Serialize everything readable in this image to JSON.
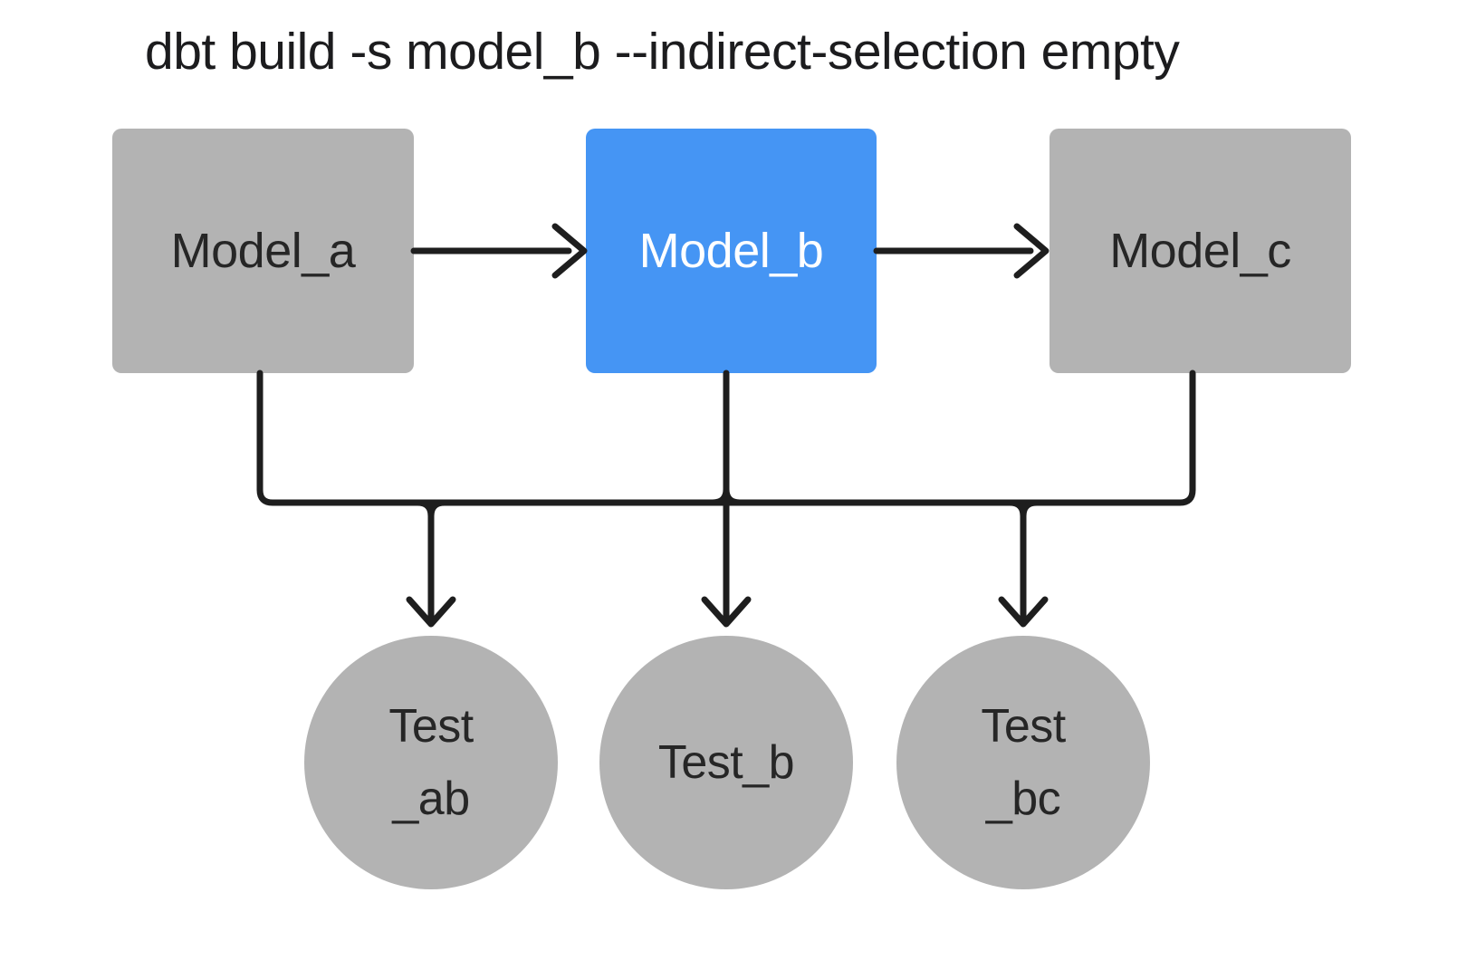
{
  "title": "dbt build -s model_b --indirect-selection empty",
  "diagram": {
    "models": [
      {
        "id": "model_a",
        "label": "Model_a",
        "state": "unselected"
      },
      {
        "id": "model_b",
        "label": "Model_b",
        "state": "selected"
      },
      {
        "id": "model_c",
        "label": "Model_c",
        "state": "unselected"
      }
    ],
    "tests": [
      {
        "id": "test_ab",
        "lines": [
          "Test",
          "_ab"
        ]
      },
      {
        "id": "test_b",
        "lines": [
          "Test_b"
        ]
      },
      {
        "id": "test_bc",
        "lines": [
          "Test",
          "_bc"
        ]
      }
    ],
    "edges": [
      {
        "from": "model_a",
        "to": "model_b"
      },
      {
        "from": "model_b",
        "to": "model_c"
      },
      {
        "from": "model_a",
        "to": "tests-bus"
      },
      {
        "from": "model_b",
        "to": "tests-bus"
      },
      {
        "from": "model_c",
        "to": "tests-bus"
      },
      {
        "from": "tests-bus",
        "to": "test_ab"
      },
      {
        "from": "tests-bus",
        "to": "test_b"
      },
      {
        "from": "tests-bus",
        "to": "test_bc"
      }
    ],
    "colors": {
      "selected_fill": "#4595f4",
      "selected_text": "#ffffff",
      "unselected_fill": "#b3b3b3",
      "unselected_text": "#262626",
      "connector": "#1e1e1e",
      "background": "#ffffff"
    }
  }
}
